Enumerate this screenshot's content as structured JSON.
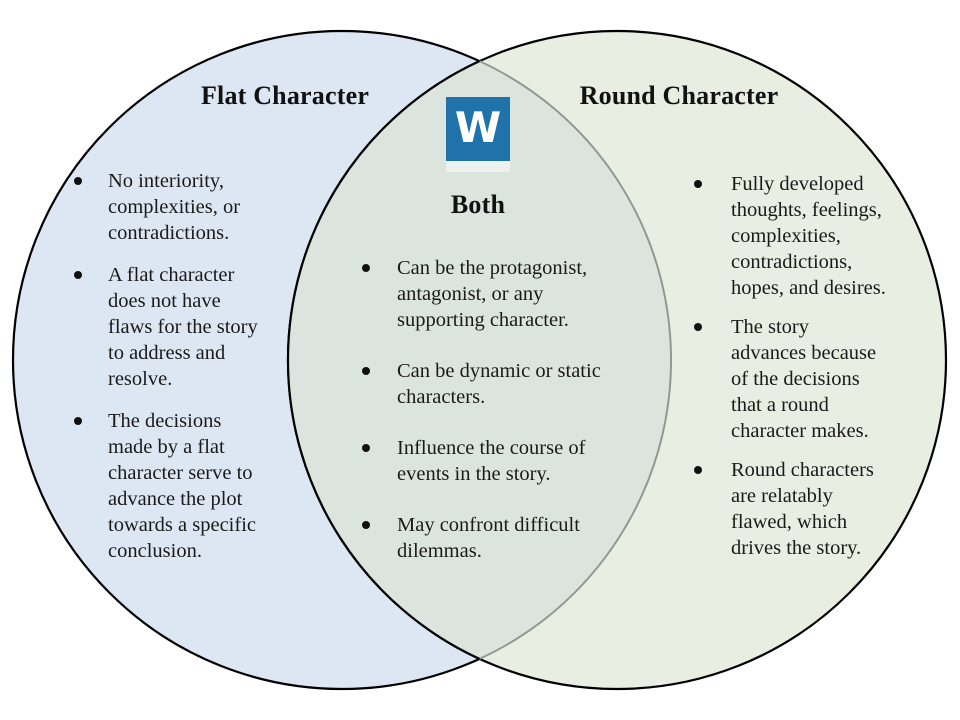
{
  "colors": {
    "background": "#ffffff",
    "left_circle_fill": "#dce7f3",
    "right_circle_fill": "#e8eee2",
    "overlap_fill": "#dce5dd",
    "circle_stroke": "#000000",
    "overlap_arc_stroke": "#8e9a90",
    "logo_background": "#1f73aa",
    "logo_letter_color": "#ffffff",
    "text_color": "#1a1a1a"
  },
  "logo": {
    "letter": "W"
  },
  "venn": {
    "left": {
      "title": "Flat Character",
      "items": [
        [
          "No interiority,",
          "complexities, or",
          "contradictions."
        ],
        [
          "A flat character",
          "does not have",
          "flaws for the story",
          "to address and",
          "resolve."
        ],
        [
          "The decisions",
          "made by a flat",
          "character serve to",
          "advance the plot",
          "towards a specific",
          "conclusion."
        ]
      ]
    },
    "middle": {
      "title": "Both",
      "items": [
        [
          "Can be the protagonist,",
          "antagonist, or any",
          "supporting character."
        ],
        [
          "Can be dynamic or static",
          "characters."
        ],
        [
          "Influence the course of",
          "events in the story."
        ],
        [
          "May confront difficult",
          "dilemmas."
        ]
      ]
    },
    "right": {
      "title": "Round Character",
      "items": [
        [
          "Fully developed",
          "thoughts, feelings,",
          "complexities,",
          "contradictions,",
          "hopes, and desires."
        ],
        [
          "The story",
          "advances because",
          "of the decisions",
          "that a round",
          "character makes."
        ],
        [
          "Round characters",
          "are relatably",
          "flawed, which",
          "drives the story."
        ]
      ]
    }
  }
}
